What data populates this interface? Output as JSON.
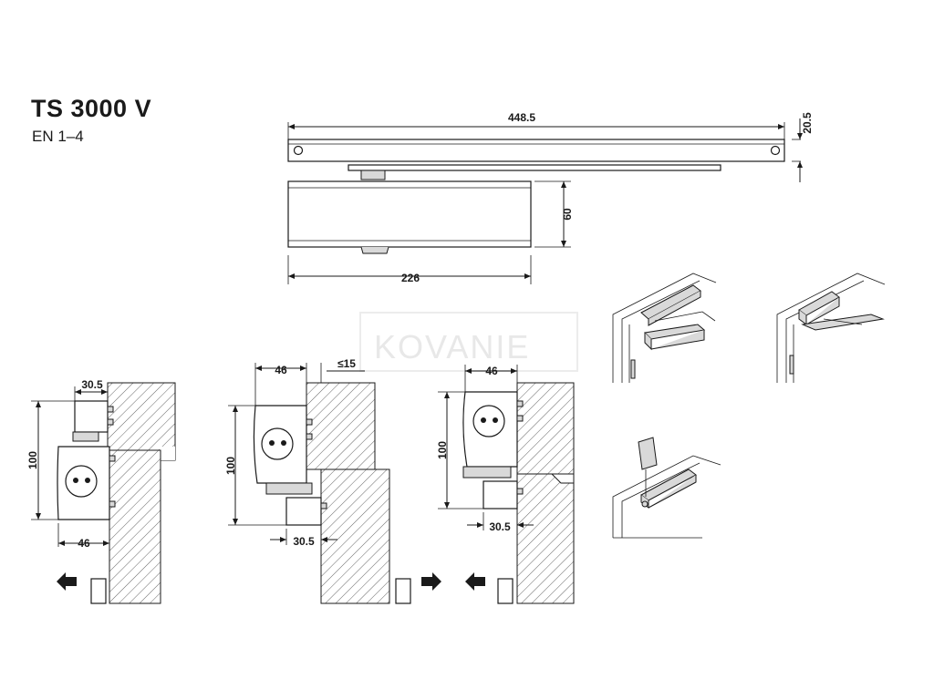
{
  "product": {
    "model": "TS 3000 V",
    "standard": "EN 1–4"
  },
  "watermark": "KOVANIE",
  "dimensions": {
    "rail_length": "448.5",
    "rail_height": "20.5",
    "body_height": "60",
    "body_length": "226",
    "rail_width_a": "30.5",
    "body_height_a": "100",
    "body_width_a": "46",
    "body_width_b": "46",
    "gap_b": "≤15",
    "body_height_b": "100",
    "rail_width_b": "30.5",
    "body_width_c": "46",
    "body_height_c": "100",
    "rail_width_c": "30.5"
  },
  "icons": {
    "push_left_a": "arrow-left-icon",
    "push_right_b": "arrow-right-icon",
    "push_left_c": "arrow-left-icon"
  }
}
